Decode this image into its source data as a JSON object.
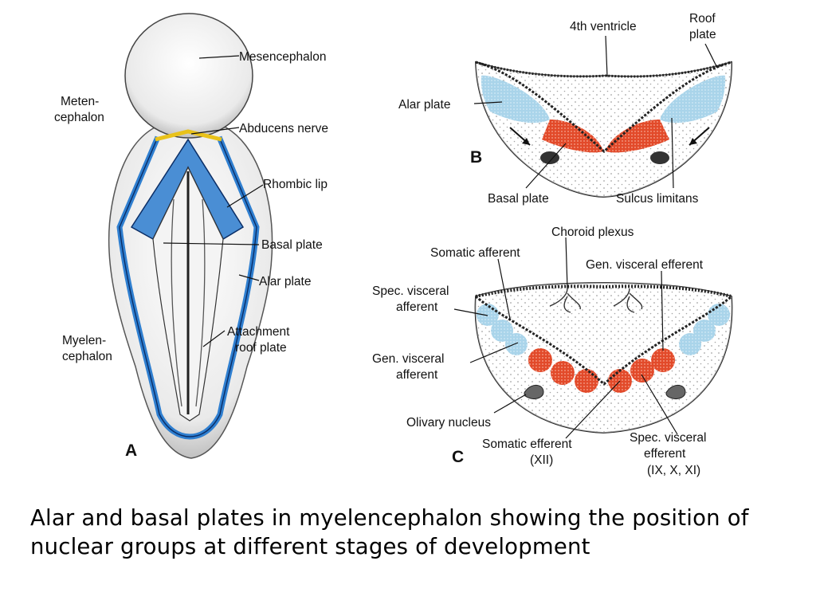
{
  "panels": {
    "a": "A",
    "b": "B",
    "c": "C"
  },
  "colors": {
    "alar": "#a9d4ea",
    "basal": "#e24a2a",
    "border_blue": "#2f7fd0",
    "nerve_yellow": "#e9c21a"
  },
  "labels_a": {
    "mesencephalon": "Mesencephalon",
    "metencephalon_1": "Meten-",
    "metencephalon_2": "cephalon",
    "abducens": "Abducens nerve",
    "rhombic_lip": "Rhombic lip",
    "basal_plate": "Basal plate",
    "alar_plate": "Alar plate",
    "myelencephalon_1": "Myelen-",
    "myelencephalon_2": "cephalon",
    "attachment_1": "Attachment",
    "attachment_2": "roof plate"
  },
  "labels_b": {
    "fourth_ventricle": "4th ventricle",
    "roof_1": "Roof",
    "roof_2": "plate",
    "alar_plate": "Alar plate",
    "basal_plate": "Basal plate",
    "sulcus_limitans": "Sulcus limitans"
  },
  "labels_c": {
    "choroid_plexus": "Choroid plexus",
    "somatic_afferent": "Somatic afferent",
    "gen_visceral_efferent": "Gen. visceral efferent",
    "spec_visceral_afferent_1": "Spec. visceral",
    "spec_visceral_afferent_2": "afferent",
    "gen_visceral_afferent_1": "Gen. visceral",
    "gen_visceral_afferent_2": "afferent",
    "olivary_nucleus": "Olivary nucleus",
    "somatic_efferent_1": "Somatic efferent",
    "somatic_efferent_2": "(XII)",
    "spec_visceral_efferent_1": "Spec. visceral",
    "spec_visceral_efferent_2": "efferent",
    "spec_visceral_efferent_3": "(IX, X, XI)"
  },
  "caption": "Alar and basal plates in myelencephalon showing the position of nuclear groups at different stages of development"
}
